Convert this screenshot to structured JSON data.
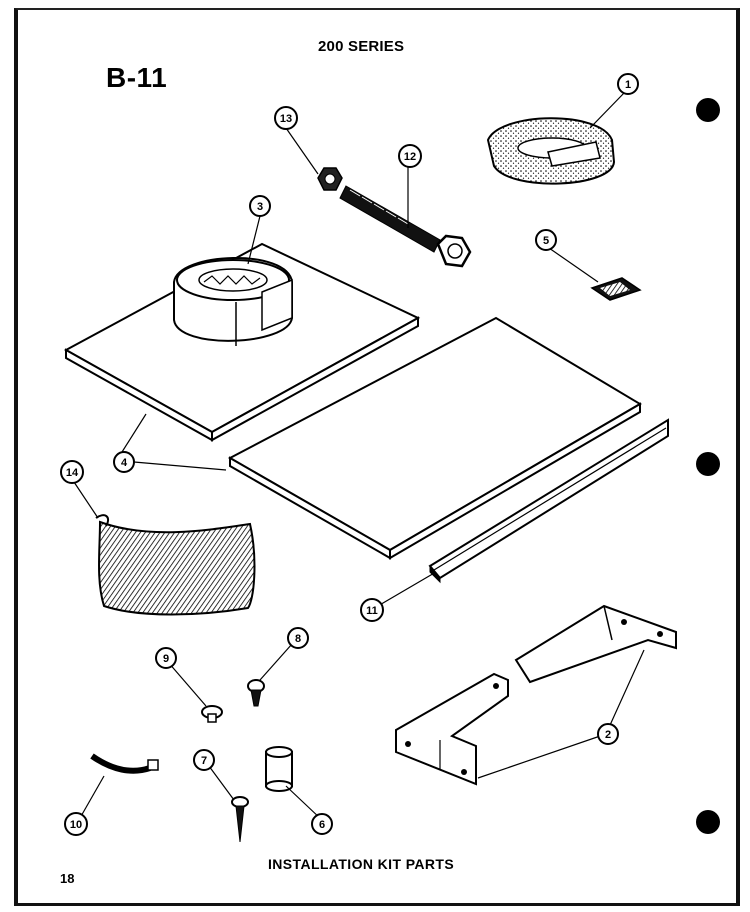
{
  "header": {
    "series": "200 SERIES",
    "code": "B-11"
  },
  "footer": {
    "caption": "INSTALLATION KIT PARTS",
    "page_number": "18"
  },
  "callouts": [
    "1",
    "2",
    "2",
    "3",
    "4",
    "4",
    "5",
    "6",
    "7",
    "8",
    "9",
    "10",
    "11",
    "12",
    "13",
    "14"
  ]
}
